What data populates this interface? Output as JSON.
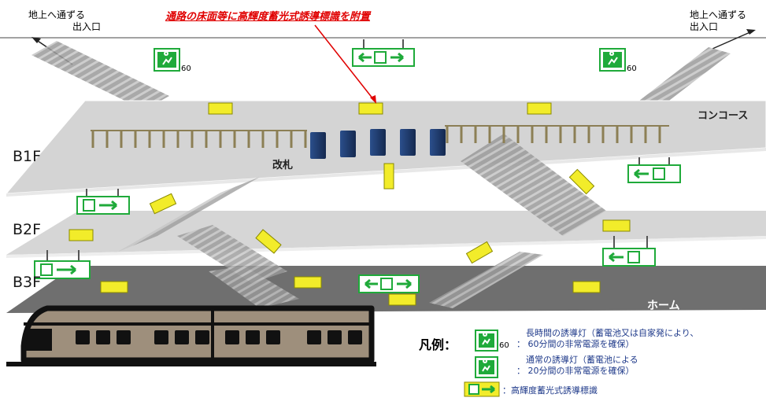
{
  "labels": {
    "exit_left_1": "地上へ通ずる",
    "exit_left_2": "出入口",
    "exit_right_1": "地上へ通ずる",
    "exit_right_2": "出入口",
    "note": "通路の床面等に高輝度蓄光式誘導標識を附置",
    "concourse": "コンコース",
    "gate": "改札",
    "platform": "ホーム",
    "floor_b1": "B1F",
    "floor_b2": "B2F",
    "floor_b3": "B3F",
    "sixty_a": "60",
    "sixty_b": "60",
    "sixty_c": "60"
  },
  "legend": {
    "title": "凡例：",
    "item1_line1": "長時間の誘導灯（蓄電池又は自家発により、",
    "item1_line2": "： 60分間の非常電源を確保）",
    "item1_suffix": "60",
    "item2_line1": "通常の誘導灯（蓄電池による",
    "item2_line2": "： 20分間の非常電源を確保）",
    "item3": "：高輝度蓄光式誘導標識"
  },
  "colors": {
    "guide_green": "#1faa3a",
    "luminous_yellow": "#f2ec2a",
    "note_red": "#e00000",
    "gate_blue": "#1d3b6e",
    "train_body": "#9e8f7c",
    "floor_light": "#d4d4d4",
    "floor_dark": "#707070"
  }
}
